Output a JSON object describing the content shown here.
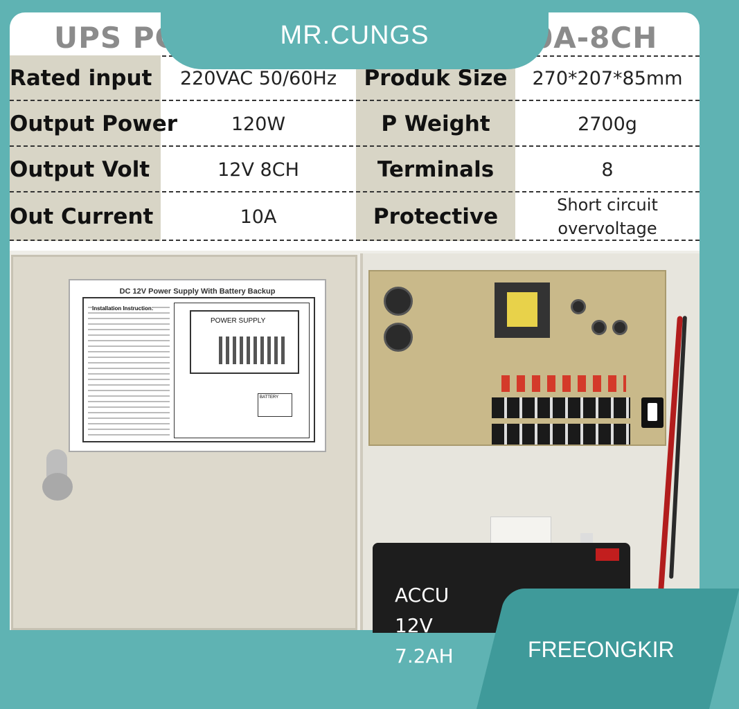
{
  "title": {
    "left": "UPS PC",
    "right": "0A-8CH"
  },
  "banner": {
    "brand": "MR.CUNGS"
  },
  "specs": [
    {
      "label": "Rated input",
      "value": "220VAC 50/60Hz",
      "label2": "Produk Size",
      "value2": "270*207*85mm"
    },
    {
      "label": "Output Power",
      "value": "120W",
      "label2": "P Weight",
      "value2": "2700g"
    },
    {
      "label": "Output Volt",
      "value": "12V  8CH",
      "label2": "Terminals",
      "value2": "8"
    },
    {
      "label": "Out Current",
      "value": "10A",
      "label2": "Protective",
      "value2_line1": "Short circuit",
      "value2_line2": "overvoltage"
    }
  ],
  "product_photo": {
    "sticker": {
      "title": "DC 12V Power Supply With Battery Backup",
      "heading": "Installation Instruction:",
      "diagram_label": "POWER SUPPLY",
      "battery_label": "BATTERY"
    },
    "battery": {
      "line1": "ACCU",
      "line2": "12V 7.2AH"
    }
  },
  "promo": {
    "shipping": "FREEONGKIR"
  }
}
